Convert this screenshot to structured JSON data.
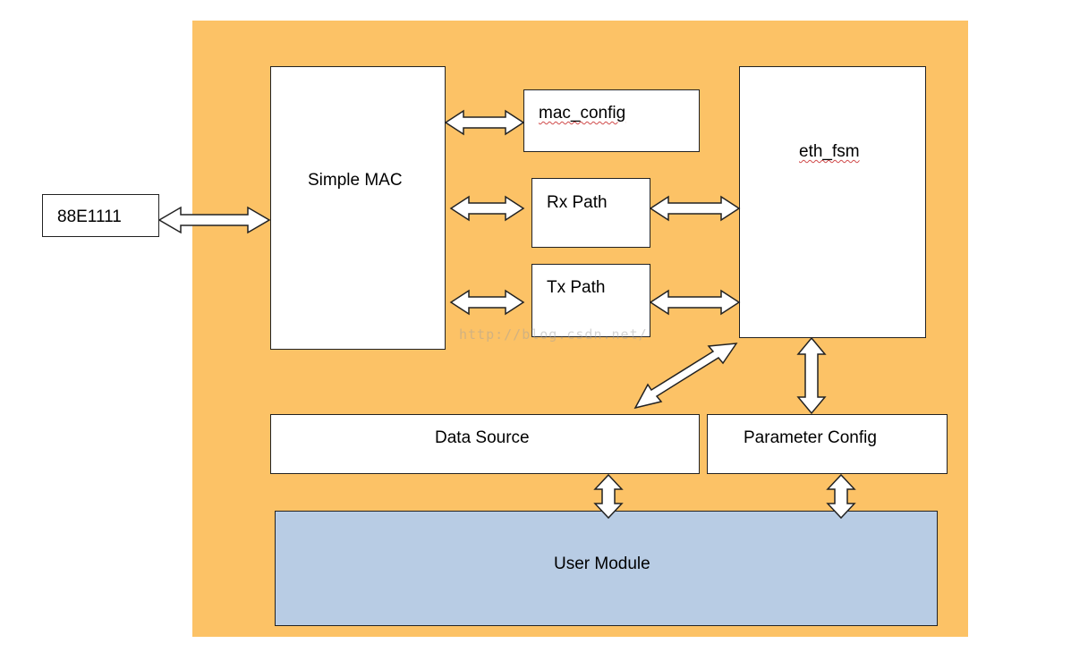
{
  "diagram": {
    "phy": "88E1111",
    "simple_mac": "Simple MAC",
    "mac_config": "mac_config",
    "rx_path": "Rx Path",
    "tx_path": "Tx Path",
    "eth_fsm": "eth_fsm",
    "data_source": "Data Source",
    "parameter_config": "Parameter Config",
    "user_module": "User Module",
    "watermark": "http://blog.csdn.net/"
  },
  "colors": {
    "panel": "#fcc266",
    "box": "#ffffff",
    "user_module": "#b8cce4",
    "outline": "#222222"
  },
  "connections": [
    {
      "from": "88E1111",
      "to": "Simple MAC",
      "type": "double-arrow"
    },
    {
      "from": "Simple MAC",
      "to": "mac_config",
      "type": "double-arrow"
    },
    {
      "from": "Simple MAC",
      "to": "Rx Path",
      "type": "double-arrow"
    },
    {
      "from": "Simple MAC",
      "to": "Tx Path",
      "type": "double-arrow"
    },
    {
      "from": "Rx Path",
      "to": "eth_fsm",
      "type": "double-arrow"
    },
    {
      "from": "Tx Path",
      "to": "eth_fsm",
      "type": "double-arrow"
    },
    {
      "from": "eth_fsm",
      "to": "Data Source",
      "type": "double-arrow"
    },
    {
      "from": "eth_fsm",
      "to": "Parameter Config",
      "type": "double-arrow"
    },
    {
      "from": "Data Source",
      "to": "User Module",
      "type": "double-arrow"
    },
    {
      "from": "Parameter Config",
      "to": "User Module",
      "type": "double-arrow"
    }
  ]
}
